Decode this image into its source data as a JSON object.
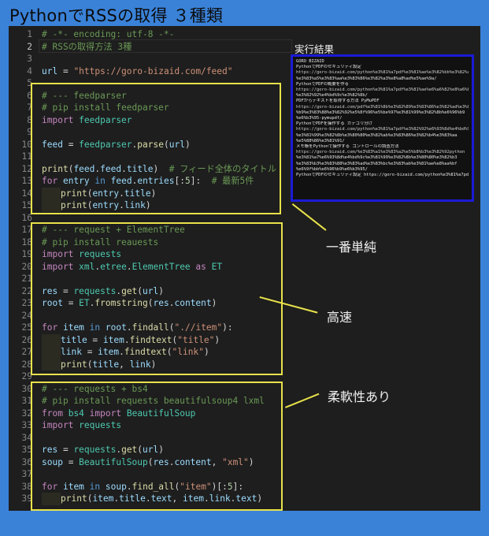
{
  "title": "PythonでRSSの取得 ３種類",
  "editor": {
    "lines": [
      {
        "n": "1",
        "tokens": [
          [
            "c-com",
            "# -*- encoding: utf-8 -*-"
          ]
        ]
      },
      {
        "n": "2",
        "tokens": [
          [
            "c-com",
            "# RSSの取得方法 3種"
          ]
        ]
      },
      {
        "n": "3",
        "tokens": []
      },
      {
        "n": "4",
        "tokens": [
          [
            "c-var",
            "url"
          ],
          [
            "c-op",
            " = "
          ],
          [
            "c-str",
            "\"https://goro-bizaid.com/feed\""
          ]
        ]
      },
      {
        "n": "5",
        "tokens": []
      },
      {
        "n": "6",
        "tokens": [
          [
            "c-com",
            "# --- feedparser"
          ]
        ]
      },
      {
        "n": "7",
        "tokens": [
          [
            "c-com",
            "# pip install feedparser"
          ]
        ]
      },
      {
        "n": "8",
        "tokens": [
          [
            "c-kw",
            "import"
          ],
          [
            "c-op",
            " "
          ],
          [
            "c-cls",
            "feedparser"
          ]
        ]
      },
      {
        "n": "9",
        "tokens": []
      },
      {
        "n": "10",
        "tokens": [
          [
            "c-var",
            "feed"
          ],
          [
            "c-op",
            " = "
          ],
          [
            "c-cls",
            "feedparser"
          ],
          [
            "c-op",
            "."
          ],
          [
            "c-fn",
            "parse"
          ],
          [
            "c-op",
            "("
          ],
          [
            "c-var",
            "url"
          ],
          [
            "c-op",
            ")"
          ]
        ]
      },
      {
        "n": "11",
        "tokens": []
      },
      {
        "n": "12",
        "tokens": [
          [
            "c-fn",
            "print"
          ],
          [
            "c-op",
            "("
          ],
          [
            "c-var",
            "feed"
          ],
          [
            "c-op",
            "."
          ],
          [
            "c-var",
            "feed"
          ],
          [
            "c-op",
            "."
          ],
          [
            "c-var",
            "title"
          ],
          [
            "c-op",
            ")  "
          ],
          [
            "c-com",
            "# フィード全体のタイトル"
          ]
        ]
      },
      {
        "n": "13",
        "tokens": [
          [
            "c-kw",
            "for"
          ],
          [
            "c-op",
            " "
          ],
          [
            "c-var",
            "entry"
          ],
          [
            "c-op",
            " "
          ],
          [
            "c-ctl",
            "in"
          ],
          [
            "c-op",
            " "
          ],
          [
            "c-var",
            "feed"
          ],
          [
            "c-op",
            "."
          ],
          [
            "c-var",
            "entries"
          ],
          [
            "c-op",
            "[:"
          ],
          [
            "c-num",
            "5"
          ],
          [
            "c-op",
            "]:  "
          ],
          [
            "c-com",
            "# 最新5件"
          ]
        ]
      },
      {
        "n": "14",
        "indent": 1,
        "tokens": [
          [
            "c-fn",
            "print"
          ],
          [
            "c-op",
            "("
          ],
          [
            "c-var",
            "entry"
          ],
          [
            "c-op",
            "."
          ],
          [
            "c-var",
            "title"
          ],
          [
            "c-op",
            ")"
          ]
        ]
      },
      {
        "n": "15",
        "indent": 1,
        "tokens": [
          [
            "c-fn",
            "print"
          ],
          [
            "c-op",
            "("
          ],
          [
            "c-var",
            "entry"
          ],
          [
            "c-op",
            "."
          ],
          [
            "c-var",
            "link"
          ],
          [
            "c-op",
            ")"
          ]
        ]
      },
      {
        "n": "16",
        "tokens": []
      },
      {
        "n": "17",
        "tokens": [
          [
            "c-com",
            "# --- request + ElementTree"
          ]
        ]
      },
      {
        "n": "18",
        "tokens": [
          [
            "c-com",
            "# pip install reauests"
          ]
        ]
      },
      {
        "n": "19",
        "tokens": [
          [
            "c-kw",
            "import"
          ],
          [
            "c-op",
            " "
          ],
          [
            "c-cls",
            "requests"
          ]
        ]
      },
      {
        "n": "20",
        "tokens": [
          [
            "c-kw",
            "import"
          ],
          [
            "c-op",
            " "
          ],
          [
            "c-cls",
            "xml"
          ],
          [
            "c-op",
            "."
          ],
          [
            "c-cls",
            "etree"
          ],
          [
            "c-op",
            "."
          ],
          [
            "c-cls",
            "ElementTree"
          ],
          [
            "c-op",
            " "
          ],
          [
            "c-kw",
            "as"
          ],
          [
            "c-op",
            " "
          ],
          [
            "c-cls",
            "ET"
          ]
        ]
      },
      {
        "n": "21",
        "tokens": []
      },
      {
        "n": "22",
        "tokens": [
          [
            "c-var",
            "res"
          ],
          [
            "c-op",
            " = "
          ],
          [
            "c-cls",
            "requests"
          ],
          [
            "c-op",
            "."
          ],
          [
            "c-fn",
            "get"
          ],
          [
            "c-op",
            "("
          ],
          [
            "c-var",
            "url"
          ],
          [
            "c-op",
            ")"
          ]
        ]
      },
      {
        "n": "23",
        "tokens": [
          [
            "c-var",
            "root"
          ],
          [
            "c-op",
            " = "
          ],
          [
            "c-cls",
            "ET"
          ],
          [
            "c-op",
            "."
          ],
          [
            "c-fn",
            "fromstring"
          ],
          [
            "c-op",
            "("
          ],
          [
            "c-var",
            "res"
          ],
          [
            "c-op",
            "."
          ],
          [
            "c-var",
            "content"
          ],
          [
            "c-op",
            ")"
          ]
        ]
      },
      {
        "n": "24",
        "tokens": []
      },
      {
        "n": "25",
        "tokens": [
          [
            "c-kw",
            "for"
          ],
          [
            "c-op",
            " "
          ],
          [
            "c-var",
            "item"
          ],
          [
            "c-op",
            " "
          ],
          [
            "c-ctl",
            "in"
          ],
          [
            "c-op",
            " "
          ],
          [
            "c-var",
            "root"
          ],
          [
            "c-op",
            "."
          ],
          [
            "c-fn",
            "findall"
          ],
          [
            "c-op",
            "("
          ],
          [
            "c-str",
            "\".//item\""
          ],
          [
            "c-op",
            "):"
          ]
        ]
      },
      {
        "n": "26",
        "indent": 1,
        "tokens": [
          [
            "c-var",
            "title"
          ],
          [
            "c-op",
            " = "
          ],
          [
            "c-var",
            "item"
          ],
          [
            "c-op",
            "."
          ],
          [
            "c-fn",
            "findtext"
          ],
          [
            "c-op",
            "("
          ],
          [
            "c-str",
            "\"title\""
          ],
          [
            "c-op",
            ")"
          ]
        ]
      },
      {
        "n": "27",
        "indent": 1,
        "tokens": [
          [
            "c-var",
            "link"
          ],
          [
            "c-op",
            " = "
          ],
          [
            "c-var",
            "item"
          ],
          [
            "c-op",
            "."
          ],
          [
            "c-fn",
            "findtext"
          ],
          [
            "c-op",
            "("
          ],
          [
            "c-str",
            "\"link\""
          ],
          [
            "c-op",
            ")"
          ]
        ]
      },
      {
        "n": "28",
        "indent": 1,
        "tokens": [
          [
            "c-fn",
            "print"
          ],
          [
            "c-op",
            "("
          ],
          [
            "c-var",
            "title"
          ],
          [
            "c-op",
            ", "
          ],
          [
            "c-var",
            "link"
          ],
          [
            "c-op",
            ")"
          ]
        ]
      },
      {
        "n": "29",
        "tokens": []
      },
      {
        "n": "30",
        "tokens": [
          [
            "c-com",
            "# --- requests + bs4"
          ]
        ]
      },
      {
        "n": "31",
        "tokens": [
          [
            "c-com",
            "# pip install requests beautifulsoup4 lxml"
          ]
        ]
      },
      {
        "n": "32",
        "tokens": [
          [
            "c-kw",
            "from"
          ],
          [
            "c-op",
            " "
          ],
          [
            "c-cls",
            "bs4"
          ],
          [
            "c-op",
            " "
          ],
          [
            "c-kw",
            "import"
          ],
          [
            "c-op",
            " "
          ],
          [
            "c-cls",
            "BeautifulSoup"
          ]
        ]
      },
      {
        "n": "33",
        "tokens": [
          [
            "c-kw",
            "import"
          ],
          [
            "c-op",
            " "
          ],
          [
            "c-cls",
            "requests"
          ]
        ]
      },
      {
        "n": "34",
        "tokens": []
      },
      {
        "n": "35",
        "tokens": [
          [
            "c-var",
            "res"
          ],
          [
            "c-op",
            " = "
          ],
          [
            "c-cls",
            "requests"
          ],
          [
            "c-op",
            "."
          ],
          [
            "c-fn",
            "get"
          ],
          [
            "c-op",
            "("
          ],
          [
            "c-var",
            "url"
          ],
          [
            "c-op",
            ")"
          ]
        ]
      },
      {
        "n": "36",
        "tokens": [
          [
            "c-var",
            "soup"
          ],
          [
            "c-op",
            " = "
          ],
          [
            "c-cls",
            "BeautifulSoup"
          ],
          [
            "c-op",
            "("
          ],
          [
            "c-var",
            "res"
          ],
          [
            "c-op",
            "."
          ],
          [
            "c-var",
            "content"
          ],
          [
            "c-op",
            ", "
          ],
          [
            "c-str",
            "\"xml\""
          ],
          [
            "c-op",
            ")"
          ]
        ]
      },
      {
        "n": "37",
        "tokens": []
      },
      {
        "n": "38",
        "tokens": [
          [
            "c-kw",
            "for"
          ],
          [
            "c-op",
            " "
          ],
          [
            "c-var",
            "item"
          ],
          [
            "c-op",
            " "
          ],
          [
            "c-ctl",
            "in"
          ],
          [
            "c-op",
            " "
          ],
          [
            "c-var",
            "soup"
          ],
          [
            "c-op",
            "."
          ],
          [
            "c-fn",
            "find_all"
          ],
          [
            "c-op",
            "("
          ],
          [
            "c-str",
            "\"item\""
          ],
          [
            "c-op",
            ")[:"
          ],
          [
            "c-num",
            "5"
          ],
          [
            "c-op",
            "]:"
          ]
        ]
      },
      {
        "n": "39",
        "indent": 1,
        "tokens": [
          [
            "c-fn",
            "print"
          ],
          [
            "c-op",
            "("
          ],
          [
            "c-var",
            "item"
          ],
          [
            "c-op",
            "."
          ],
          [
            "c-var",
            "title"
          ],
          [
            "c-op",
            "."
          ],
          [
            "c-var",
            "text"
          ],
          [
            "c-op",
            ", "
          ],
          [
            "c-var",
            "item"
          ],
          [
            "c-op",
            "."
          ],
          [
            "c-var",
            "link"
          ],
          [
            "c-op",
            "."
          ],
          [
            "c-var",
            "text"
          ],
          [
            "c-op",
            ")"
          ]
        ]
      }
    ],
    "current_line": "2"
  },
  "annotations": {
    "simplest": "一番単純",
    "fast": "高速",
    "flexible": "柔軟性あり"
  },
  "result": {
    "title": "実行結果",
    "lines": [
      "GORO BIZAID",
      "PythonでPDFのセキュリティ設定",
      "https://goro-bizaid.com/python%e3%81%a7pdf%e3%81%ae%e3%82%bb%e3%82%ad",
      "%e3%83%a5%e3%83%aa%e3%83%86%e3%82%a3%e8%a8%ad%e5%ae%9a/",
      "PythonでPDFの概要を作る",
      "https://goro-bizaid.com/python%e3%81%a7pdf%e3%81%ae%e6%a6%82%e8%a6%81",
      "%e3%82%92%e4%bd%9c%e3%82%8b/",
      "PDFからテキストを取得する方法 PyMuPDF",
      "https://goro-bizaid.com/pdf%e3%81%8b%e3%82%89%e3%83%86%e3%82%ad%e3%82",
      "%b9%e3%83%88%e3%82%92%e5%8f%96%e5%be%97%e3%81%99%e3%82%8b%e6%96%b9",
      "%e6%b3%95-pymupdf/",
      "PythonでPDFを操作する カテゴリ分け",
      "https://goro-bizaid.com/python%e3%81%a7pdf%e3%82%92%e6%93%8d%e4%bd%9c",
      "%e3%81%99%e3%82%8b%e3%80%80%e3%82%ab%e3%83%86%e3%82%b4%e3%83%aa",
      "%e5%88%86%e3%81%91/",
      "メモ帳をPythonで操作する コントロールの調査方法",
      "https://goro-bizaid.com/%e3%83%a1%e3%83%a2%e5%b8%b3%e3%82%92python",
      "%e3%81%a7%e6%93%8d%e4%bd%9c%e3%81%99%e3%82%8b%e3%80%80%e3%82%b3",
      "%e3%83%b3%e3%83%88%e3%83%ad%e3%83%bc%e3%83%ab%e3%81%ae%e8%aa%bf",
      "%e6%9f%bb%e6%96%b9%e6%b3%95/",
      "PythonでPDFのセキュリティ設定 https://goro-bizaid.com/python%e3%81%a7pdf"
    ]
  }
}
